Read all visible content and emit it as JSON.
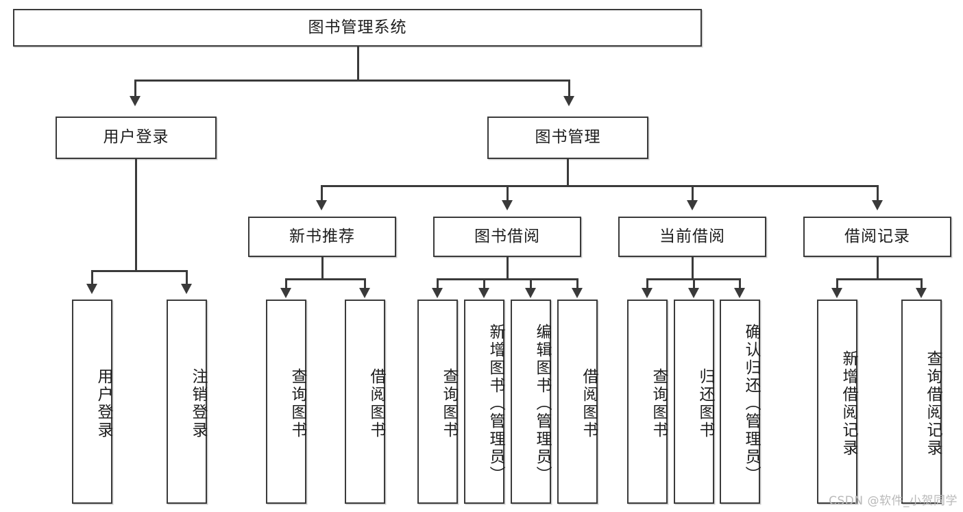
{
  "diagram": {
    "title": "图书管理系统",
    "type": "hierarchy-tree",
    "root": {
      "label": "图书管理系统"
    },
    "level2": [
      {
        "label": "用户登录"
      },
      {
        "label": "图书管理"
      }
    ],
    "level3": [
      {
        "label": "新书推荐"
      },
      {
        "label": "图书借阅"
      },
      {
        "label": "当前借阅"
      },
      {
        "label": "借阅记录"
      }
    ],
    "leaves": {
      "user_login": [
        {
          "label": "用户登录"
        },
        {
          "label": "注销登录"
        }
      ],
      "new_book_recommend": [
        {
          "label": "查询图书"
        },
        {
          "label": "借阅图书"
        }
      ],
      "book_borrow": [
        {
          "label": "查询图书"
        },
        {
          "label": "新增图书（管理员）"
        },
        {
          "label": "编辑图书（管理员）"
        },
        {
          "label": "借阅图书"
        }
      ],
      "current_borrow": [
        {
          "label": "查询图书"
        },
        {
          "label": "归还图书"
        },
        {
          "label": "确认归还（管理员）"
        }
      ],
      "borrow_record": [
        {
          "label": "新增借阅记录"
        },
        {
          "label": "查询借阅记录"
        }
      ]
    }
  },
  "watermark": {
    "text": "CSDN @软件_小贺同学"
  },
  "colors": {
    "stroke": "#3a3a3a",
    "fill": "#ffffff",
    "text": "#1d1d1d",
    "watermark": "#b9b9b9"
  }
}
